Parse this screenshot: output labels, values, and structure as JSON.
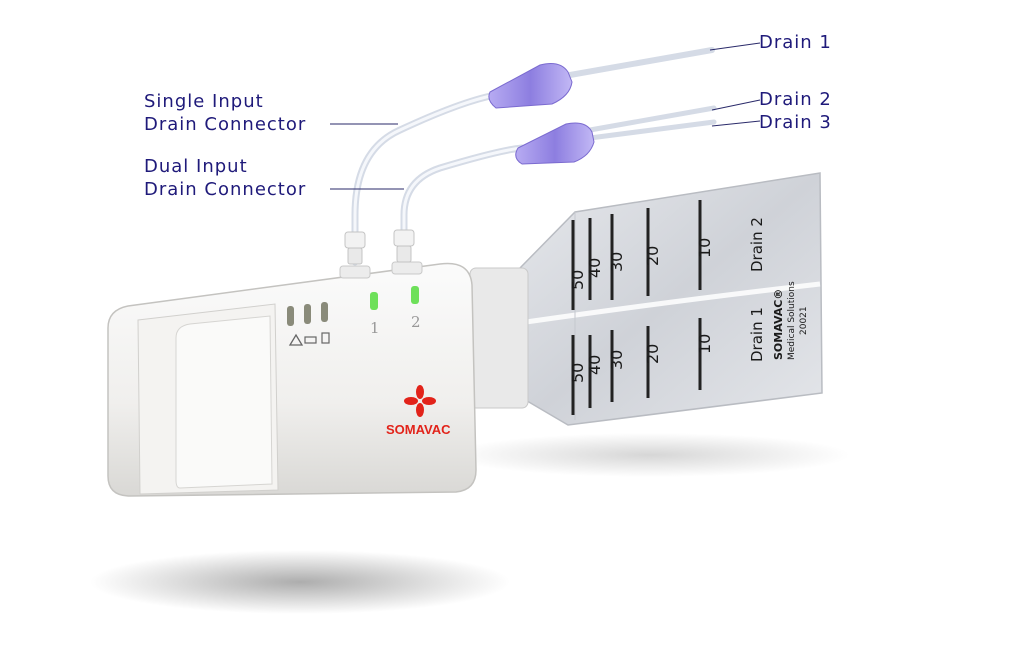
{
  "callouts": {
    "single_input_line1": "Single Input",
    "single_input_line2": "Drain Connector",
    "dual_input_line1": "Dual Input",
    "dual_input_line2": "Drain Connector",
    "drain_1": "Drain 1",
    "drain_2": "Drain 2",
    "drain_3": "Drain 3"
  },
  "device": {
    "brand": "SOMAVAC",
    "port_labels": [
      "1",
      "2"
    ],
    "status_icons": [
      "warning-icon",
      "battery-icon",
      "canister-icon"
    ]
  },
  "bag": {
    "upper_scale": [
      "50",
      "40",
      "30",
      "20",
      "10"
    ],
    "lower_scale": [
      "50",
      "40",
      "30",
      "20",
      "10"
    ],
    "upper_label": "Drain 2",
    "lower_label": "Drain 1",
    "brand": "SOMAVAC®",
    "brand_sub": "Medical Solutions",
    "code": "20021"
  },
  "colors": {
    "label_text": "#1f1a7a",
    "connector": "#9b8de8",
    "led_green": "#6ee05a",
    "brand_red": "#e2231a"
  }
}
